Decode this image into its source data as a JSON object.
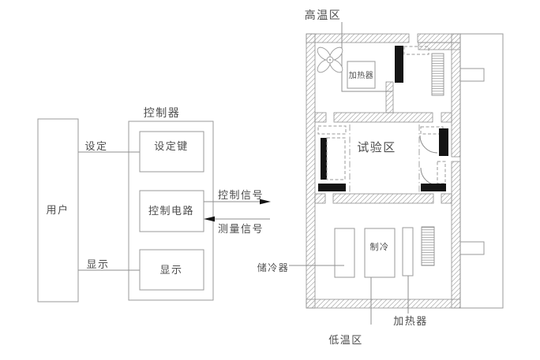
{
  "control_block": {
    "user": "用户",
    "controller_title": "控制器",
    "setting_key": "设定键",
    "control_circuit": "控制电路",
    "display_box": "显示",
    "setting_line_label": "设定",
    "display_line_label": "显示",
    "control_signal": "控制信号",
    "measure_signal": "测量信号"
  },
  "floor_plan": {
    "high_temp_zone": "高温区",
    "test_zone": "试验区",
    "low_temp_zone": "低温区",
    "heater_top": "加热器",
    "heater_bottom": "加热器",
    "cooler": "制冷",
    "cold_storage": "储冷器"
  },
  "colors": {
    "line": "#8f8f8f",
    "text": "#4d4d4d",
    "solid_bar": "#141414",
    "hatch": "#b8b8b8",
    "background": "#ffffff"
  }
}
